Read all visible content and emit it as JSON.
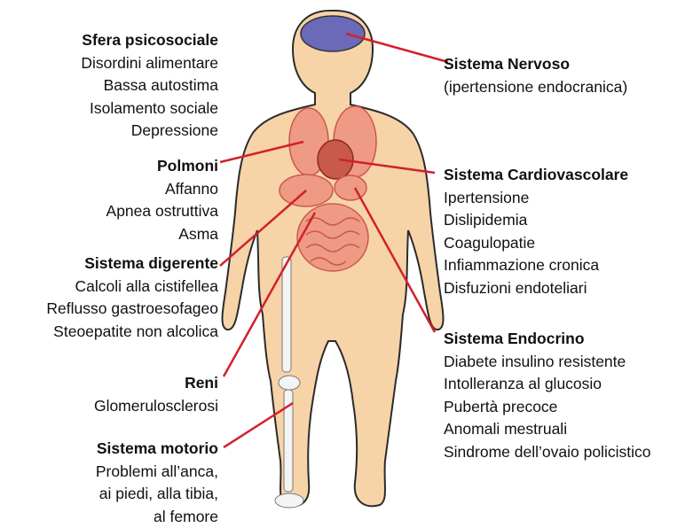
{
  "groups": {
    "psico": {
      "title": "Sfera psicosociale",
      "items": [
        "Disordini alimentare",
        "Bassa autostima",
        "Isolamento sociale",
        "Depressione"
      ]
    },
    "polmoni": {
      "title": "Polmoni",
      "items": [
        "Affanno",
        "Apnea ostruttiva",
        "Asma"
      ]
    },
    "dig": {
      "title": "Sistema digerente",
      "items": [
        "Calcoli alla cistifellea",
        "Reflusso gastroesofageo",
        "Steoepatite non alcolica"
      ]
    },
    "reni": {
      "title": "Reni",
      "items": [
        "Glomerulosclerosi"
      ]
    },
    "motorio": {
      "title": "Sistema motorio",
      "items": [
        "Problemi all’anca,",
        "ai piedi, alla tibia,",
        "al femore"
      ]
    },
    "nervoso": {
      "title": "Sistema Nervoso",
      "items": [
        "(ipertensione endocranica)"
      ]
    },
    "cardio": {
      "title": "Sistema Cardiovascolare",
      "items": [
        "Ipertensione",
        "Dislipidemia",
        "Coagulopatie",
        "Infiammazione cronica",
        "Disfuzioni endoteliari"
      ]
    },
    "endo": {
      "title": "Sistema Endocrino",
      "items": [
        "Diabete insulino resistente",
        "Intolleranza al glucosio",
        "Pubertà precoce",
        "Anomali mestruali",
        "Sindrome dell’ovaio policistico"
      ]
    }
  },
  "colors": {
    "skin": "#f7d3a8",
    "skin_outline": "#2b2b2b",
    "organ": "#ef9a84",
    "organ_dark": "#c9594a",
    "brain": "#6a6ab8",
    "leader_line": "#d3202c",
    "bone": "#f4f4f4"
  }
}
